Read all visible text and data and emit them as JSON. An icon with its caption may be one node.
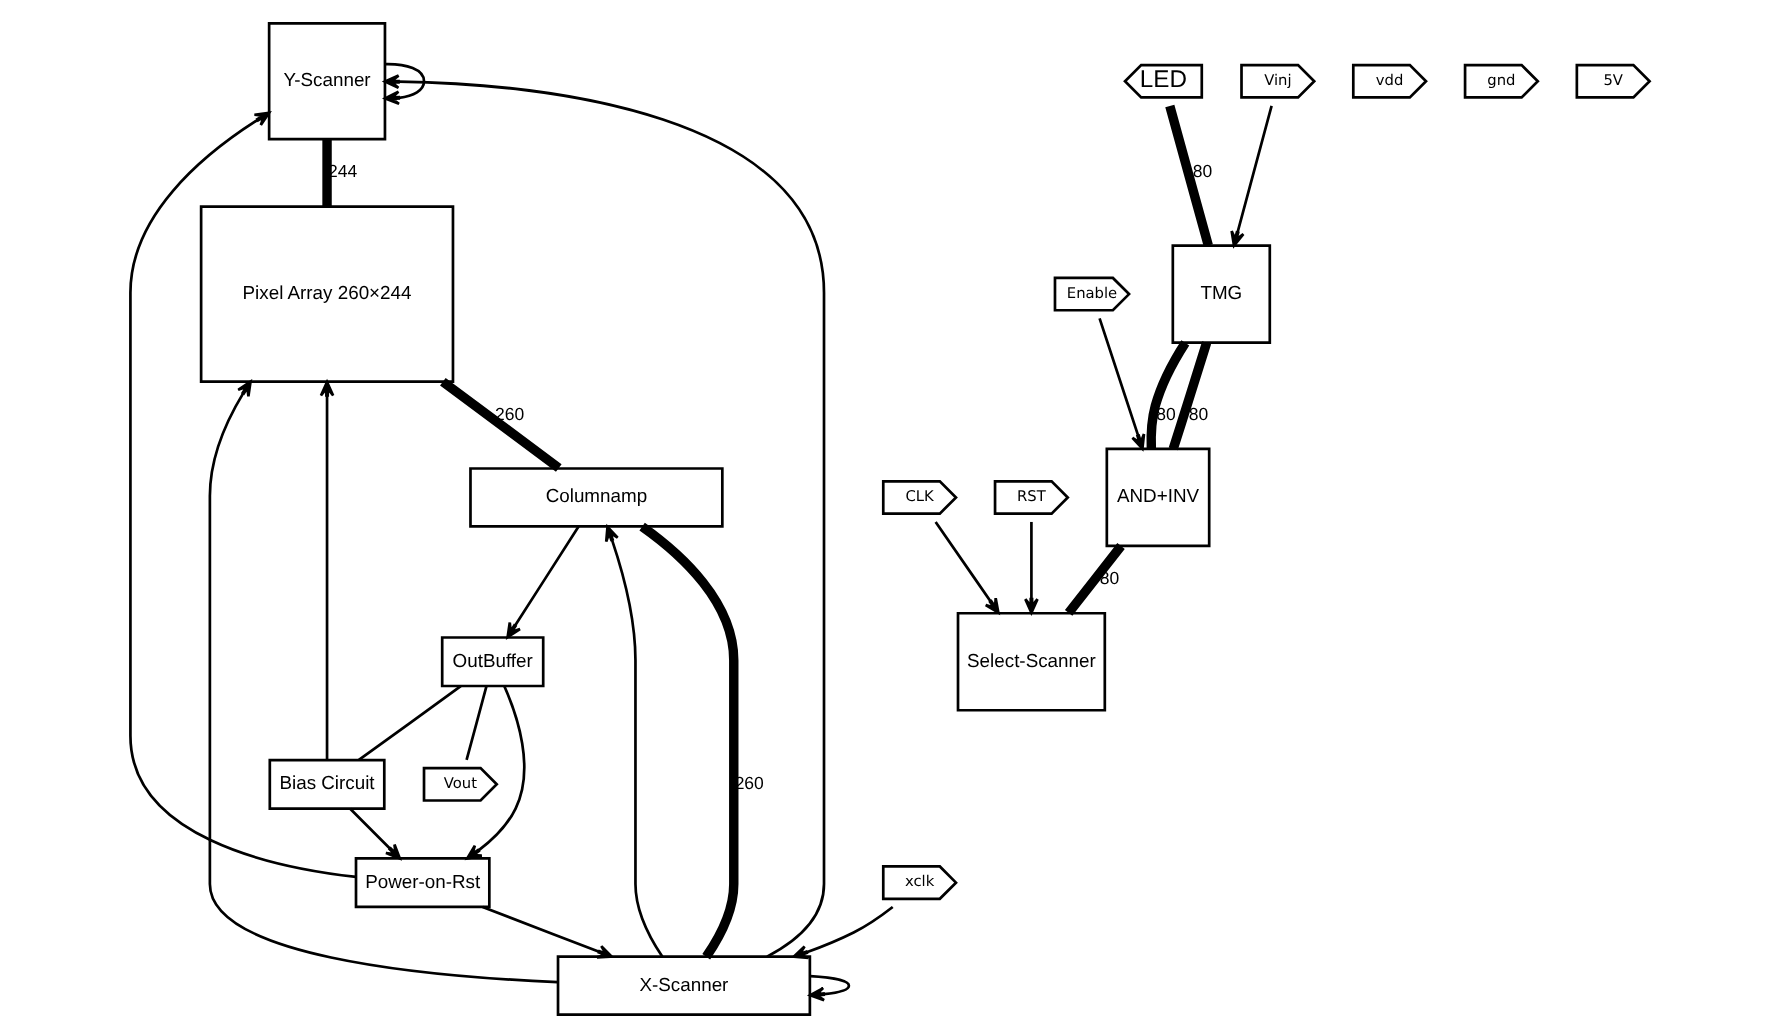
{
  "diagram": {
    "nodes": [
      {
        "text": [
          "Y-Scanner"
        ]
      },
      {
        "text": [
          "Pixel Array 260×244"
        ]
      },
      {
        "text": [
          "TMG"
        ]
      },
      {
        "text": [
          "AND+INV"
        ]
      },
      {
        "text": [
          "Select-Scanner"
        ]
      },
      {
        "text": [
          "LED"
        ]
      },
      {
        "text": [
          "vdd"
        ]
      },
      {
        "text": [
          "gnd"
        ]
      },
      {
        "text": [
          "Power-on-Rst"
        ]
      },
      {
        "text": [
          "Columnamp"
        ]
      },
      {
        "text": [
          "OutBuffer"
        ]
      },
      {
        "text": [
          "Vout"
        ]
      },
      {
        "text": [
          "X-Scanner"
        ]
      },
      {
        "text": [
          "Bias Circuit"
        ]
      },
      {
        "text": [
          "xclk"
        ]
      },
      {
        "text": [
          "Vinj"
        ]
      },
      {
        "text": [
          "Enable"
        ]
      },
      {
        "text": [
          "CLK"
        ]
      },
      {
        "text": [
          "RST"
        ]
      },
      {
        "text": [
          "5V"
        ]
      }
    ],
    "edges": [
      {
        "from": 0,
        "to": 1,
        "arrow": "none",
        "label": "244",
        "style": "thick"
      },
      {
        "from": 1,
        "to": 9,
        "arrow": "none",
        "label": "260",
        "style": "thick"
      },
      {
        "from": 9,
        "to": 12,
        "arrow": "none",
        "label": "260",
        "style": "thick"
      },
      {
        "from": 5,
        "to": 2,
        "arrow": "none",
        "label": "80",
        "style": "thick"
      },
      {
        "from": 2,
        "to": 3,
        "arrow": "none",
        "label": "80",
        "style": "thick"
      },
      {
        "from": 2,
        "to": 3,
        "arrow": "none",
        "label": "80",
        "style": "thick"
      },
      {
        "from": 3,
        "to": 4,
        "arrow": "none",
        "label": "80",
        "style": "thick"
      },
      {
        "from": 0,
        "to": 0,
        "arrow": "to"
      },
      {
        "from": 8,
        "to": 0,
        "arrow": "to"
      },
      {
        "from": 8,
        "to": 12,
        "arrow": "to"
      },
      {
        "from": 12,
        "to": 0,
        "arrow": "to"
      },
      {
        "from": 14,
        "to": 12,
        "arrow": "to"
      },
      {
        "from": 12,
        "to": 12,
        "arrow": "to"
      },
      {
        "from": 12,
        "to": 9,
        "arrow": "to"
      },
      {
        "from": 12,
        "to": 1,
        "arrow": "to"
      },
      {
        "from": 9,
        "to": 10,
        "arrow": "to"
      },
      {
        "from": 10,
        "to": 11,
        "arrow": "none"
      },
      {
        "from": 10,
        "to": 13,
        "arrow": "none"
      },
      {
        "from": 13,
        "to": 1,
        "arrow": "to"
      },
      {
        "from": 10,
        "to": 8,
        "arrow": "to"
      },
      {
        "from": 13,
        "to": 8,
        "arrow": "to"
      },
      {
        "from": 15,
        "to": 2,
        "arrow": "to"
      },
      {
        "from": 16,
        "to": 3,
        "arrow": "to"
      },
      {
        "from": 17,
        "to": 4,
        "arrow": "to"
      },
      {
        "from": 18,
        "to": 4,
        "arrow": "to"
      }
    ]
  }
}
